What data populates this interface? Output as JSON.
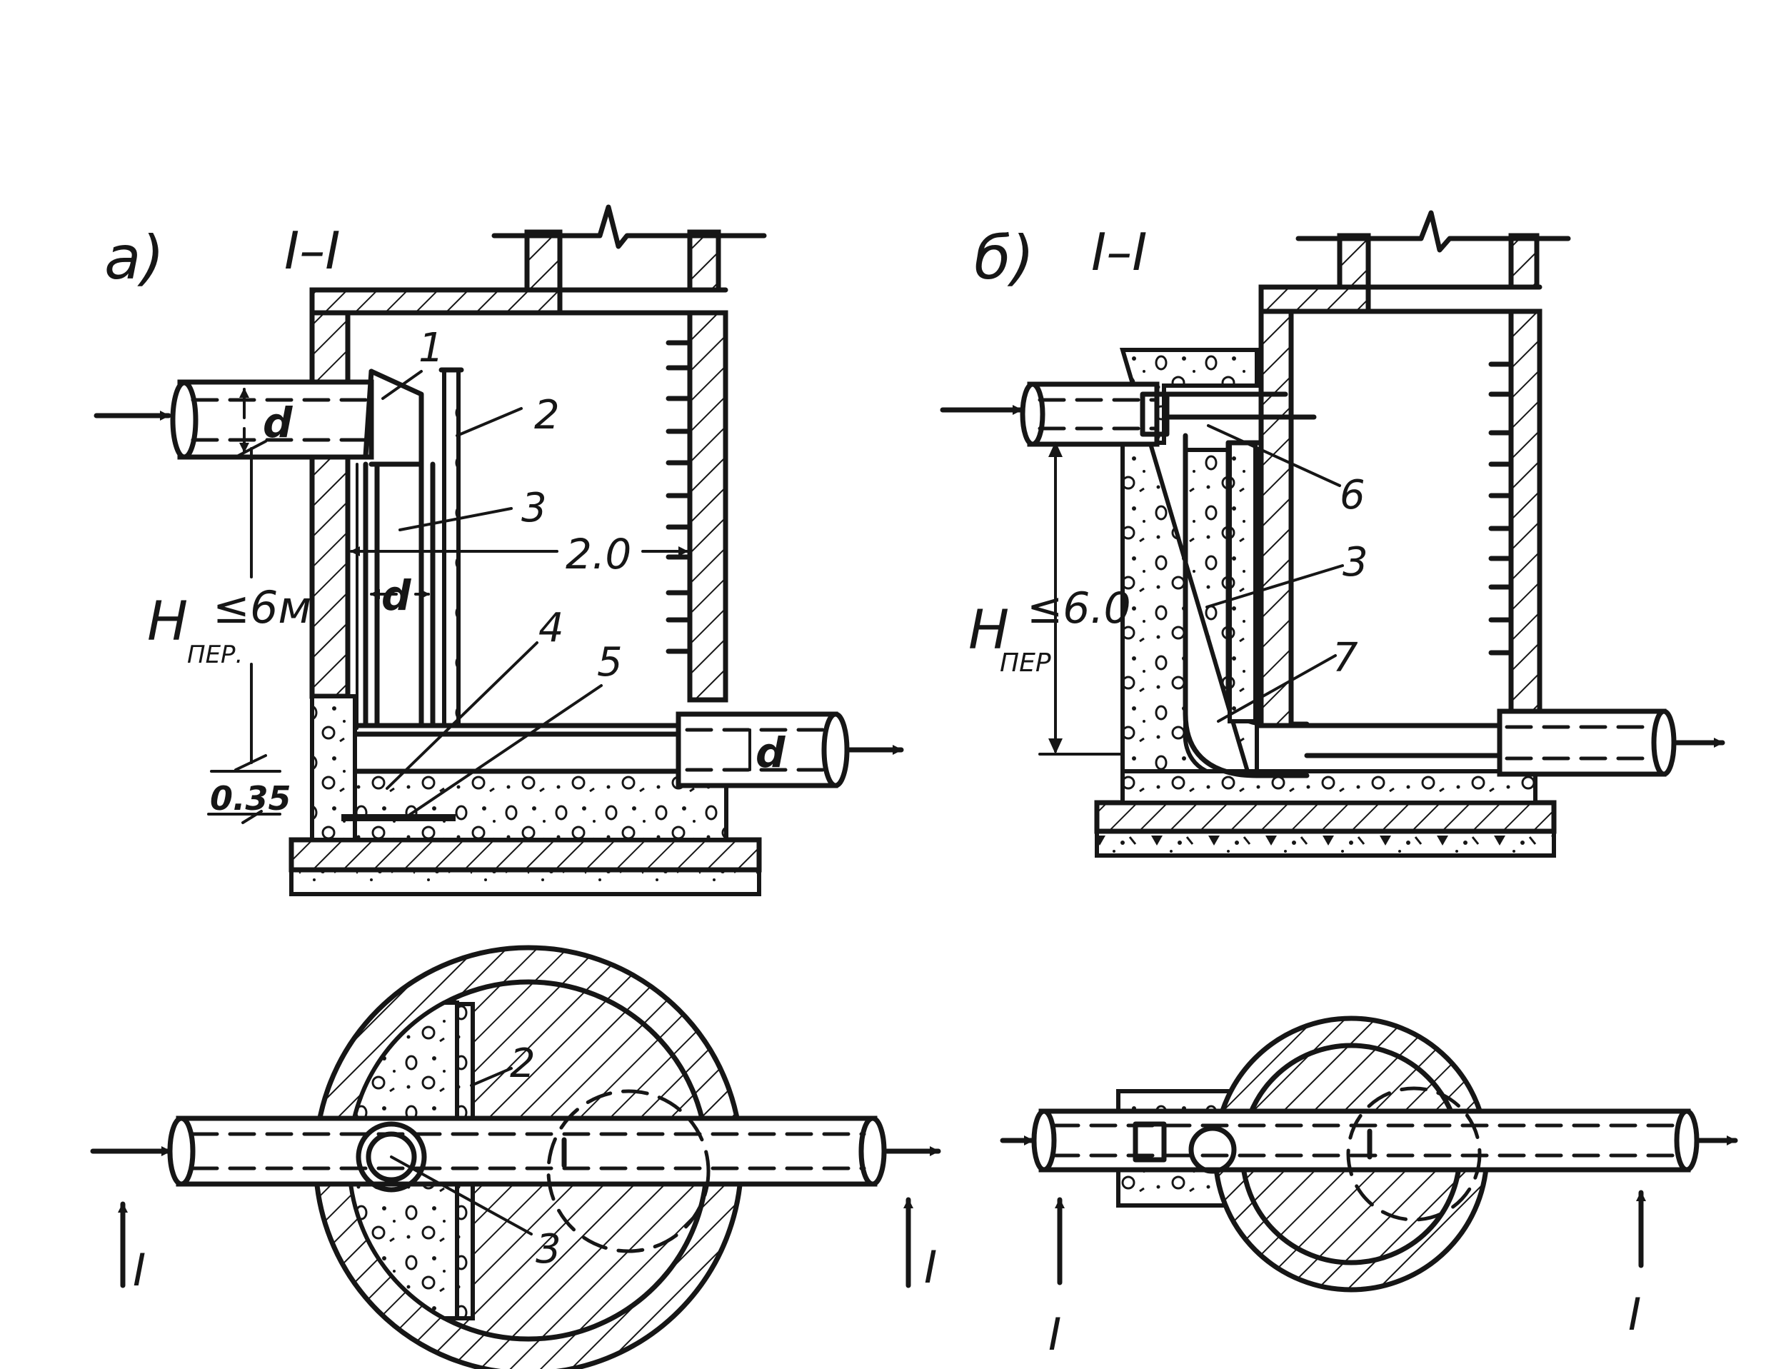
{
  "figure_a": {
    "label": "а)",
    "section": "I–I",
    "callout_1": "1",
    "callout_2": "2",
    "callout_3": "3",
    "callout_4": "4",
    "callout_5": "5",
    "dim_d_inlet": "d",
    "dim_d_riser": "d",
    "dim_d_outlet": "d",
    "dim_width": "2.0",
    "dim_base": "0.35",
    "h_symbol": "H",
    "h_subscript": "ПЕР.",
    "h_value": "≤6м"
  },
  "figure_b": {
    "label": "б)",
    "section": "I–I",
    "callout_6": "6",
    "callout_3": "3",
    "callout_7": "7",
    "h_symbol": "H",
    "h_subscript": "ПЕР",
    "h_value": "≤6.0"
  },
  "plan_a": {
    "callout_2": "2",
    "callout_3": "3",
    "section_left": "I",
    "section_right": "I"
  },
  "plan_b": {
    "section_left": "I",
    "section_right": "I"
  }
}
